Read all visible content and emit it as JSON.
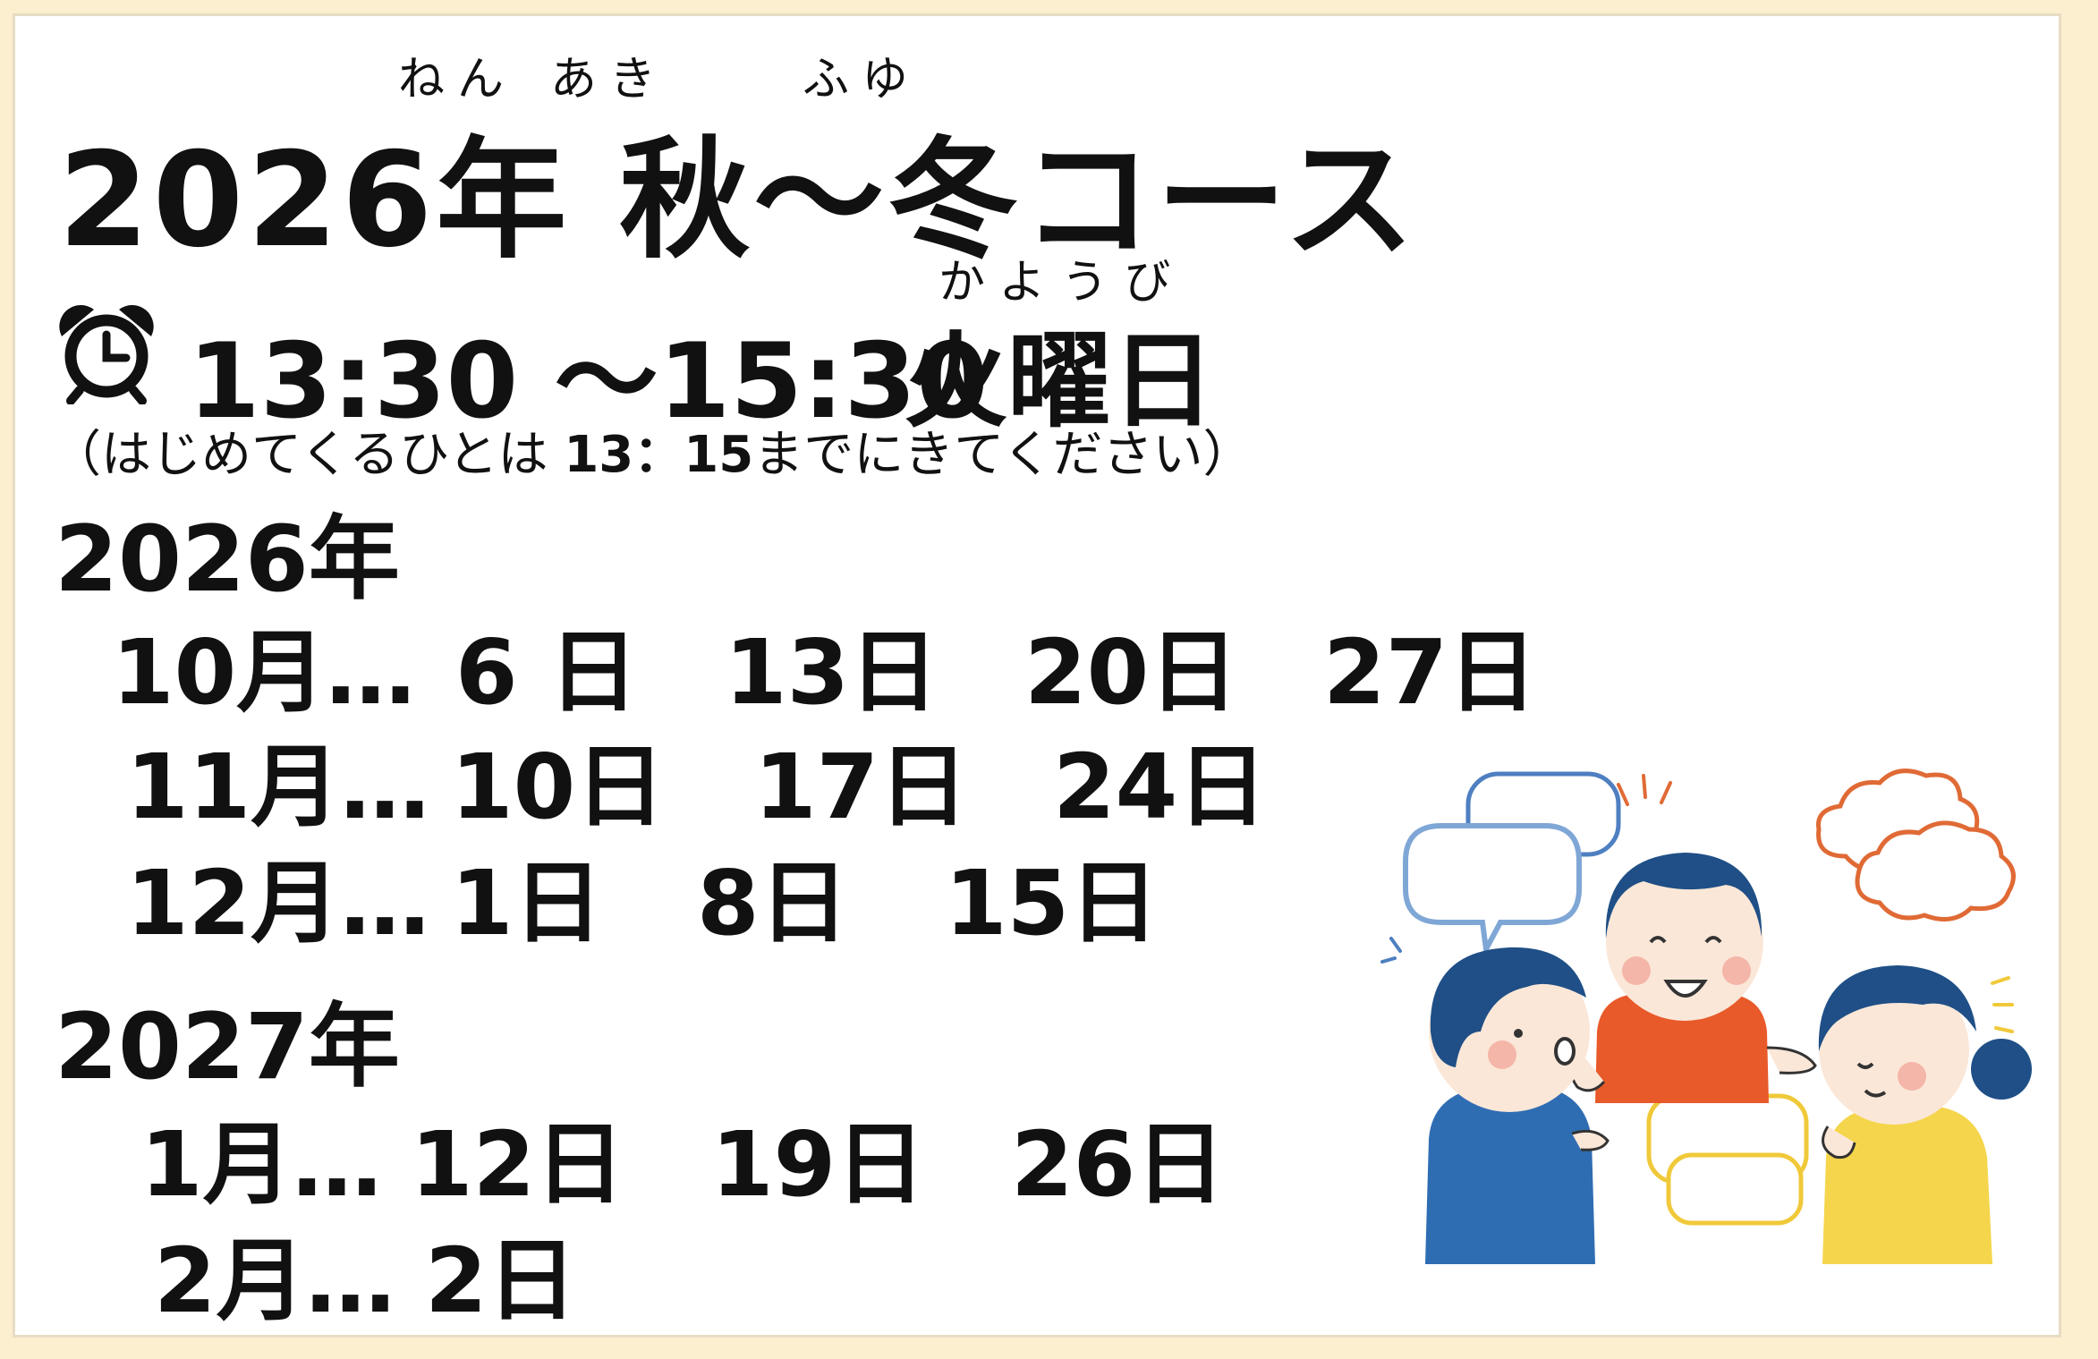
{
  "furigana": {
    "nen": "ねん",
    "aki": "あき",
    "fuyu": "ふゆ",
    "kayoubi": "かようび"
  },
  "title": "2026年 秋～冬コース",
  "schedule": {
    "time": "13:30 ～15:30",
    "day": "火曜日"
  },
  "note": {
    "before": "（はじめてくるひとは ",
    "time": "13：15",
    "after": "までにきてください）"
  },
  "years": [
    {
      "label": "2026年",
      "months": [
        {
          "label": "10月…",
          "days": [
            "6 日",
            "13日",
            "20日",
            "27日"
          ]
        },
        {
          "label": "11月…",
          "days": [
            "10日",
            "17日",
            "24日"
          ]
        },
        {
          "label": "12月…",
          "days": [
            "1日",
            "8日",
            "15日"
          ]
        }
      ]
    },
    {
      "label": "2027年",
      "months": [
        {
          "label": "1月…",
          "days": [
            "12日",
            "19日",
            "26日"
          ]
        },
        {
          "label": "2月…",
          "days": [
            "2日"
          ]
        }
      ]
    }
  ],
  "icons": {
    "clock": "alarm-clock-icon",
    "illustration": "people-talking-illustration"
  },
  "colors": {
    "background": "#fcefcf",
    "card": "#ffffff",
    "text": "#111111",
    "bubble_blue": "#4e7fc1",
    "bubble_orange": "#e06a35",
    "bubble_yellow": "#f0c93a",
    "hair": "#1f4f86",
    "skin": "#fbe7d8"
  }
}
